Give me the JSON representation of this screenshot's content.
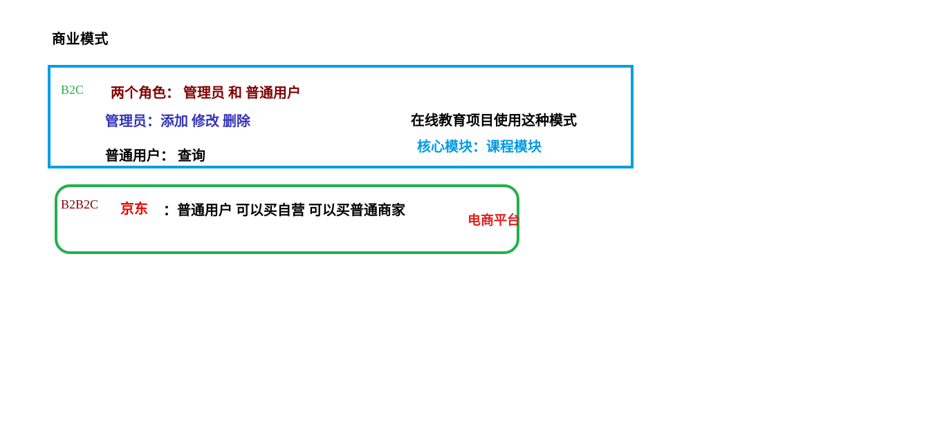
{
  "page": {
    "title": "商业模式"
  },
  "colors": {
    "b2c_border": "#009fe3",
    "b2b2c_border": "#22b14c",
    "green_tag": "#22b14c",
    "maroon": "#800000",
    "blue_text": "#3333bb",
    "cyan_text": "#0099e6",
    "red_brand": "#ee0000",
    "red_platform": "#e02020",
    "black": "#000000"
  },
  "b2c_box": {
    "tag": "B2C",
    "roles_line": "两个角色： 管理员 和 普通用户",
    "admin_line": "管理员：添加 修改 删除",
    "user_line": "普通用户： 查询",
    "note_line": "在线教育项目使用这种模式",
    "core_module_line": "核心模块：课程模块"
  },
  "b2b2c_box": {
    "tag": "B2B2C",
    "brand": "京东",
    "description": "：普通用户 可以买自营  可以买普通商家",
    "platform_label": "电商平台"
  }
}
